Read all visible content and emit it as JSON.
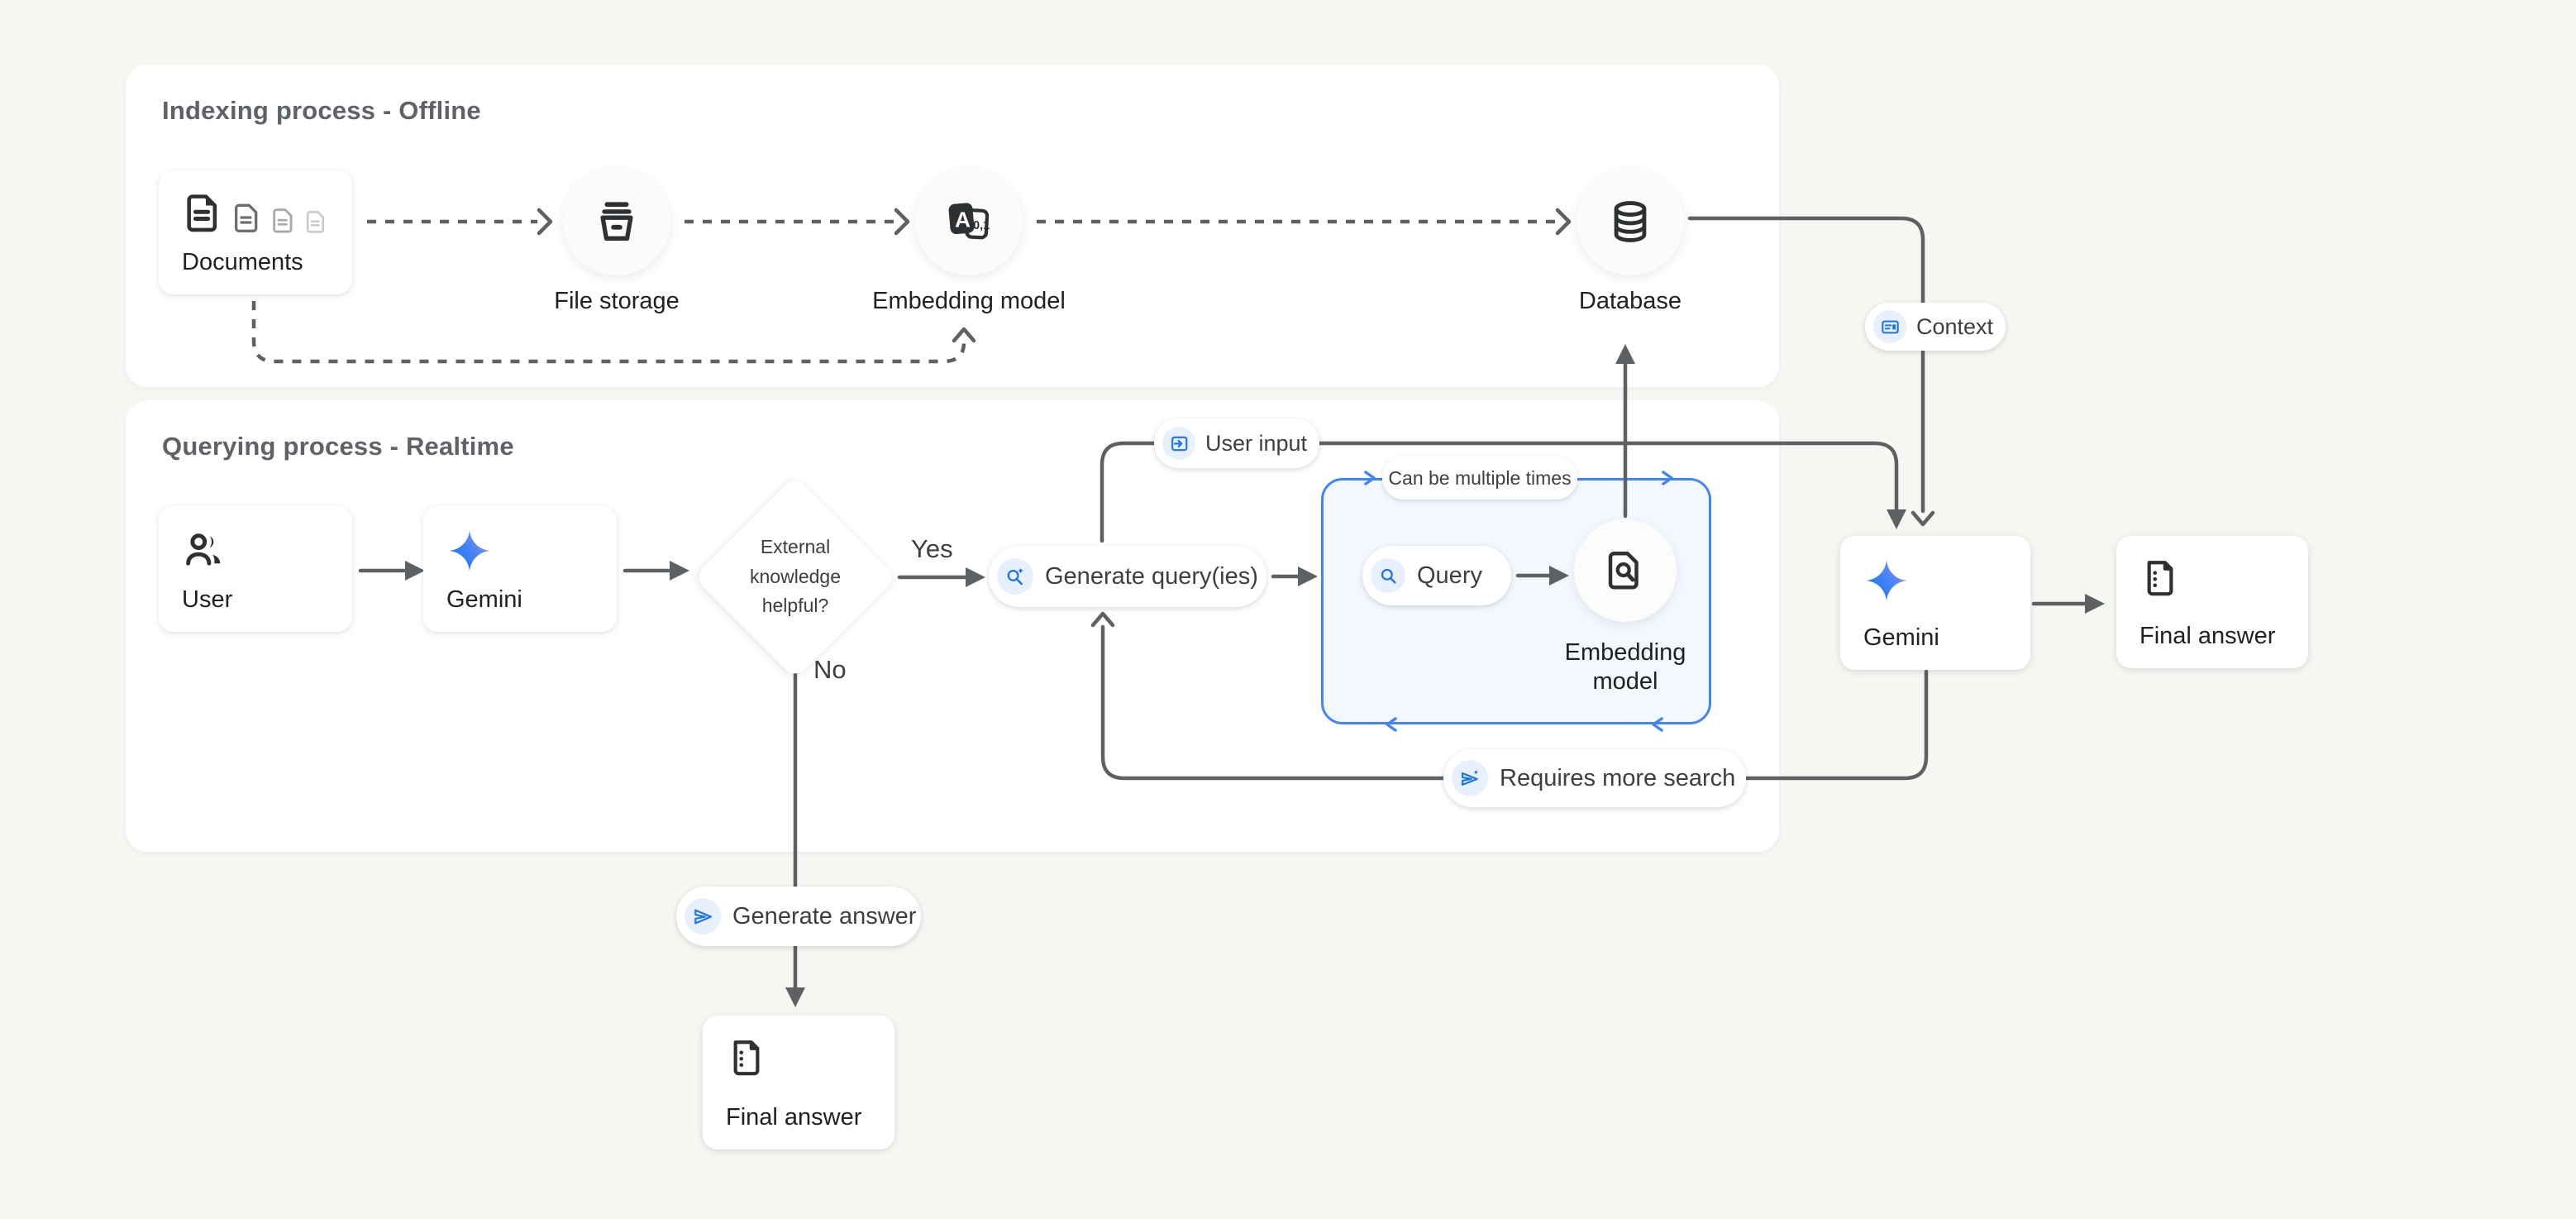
{
  "colors": {
    "background": "#F7F6F3",
    "panel": "#FFFFFF",
    "accent_blue": "#1A73E8",
    "loop_blue": "#4285F4",
    "line_gray": "#5E6164",
    "text_dark": "#202124",
    "text_gray": "#5F6368"
  },
  "panels": {
    "indexing": {
      "title": "Indexing process - Offline"
    },
    "querying": {
      "title": "Querying process - Realtime"
    }
  },
  "indexing": {
    "documents": "Documents",
    "file_storage": "File storage",
    "embedding_model": "Embedding model",
    "database": "Database"
  },
  "querying": {
    "user": "User",
    "gemini": "Gemini",
    "decision": "External knowledge helpful?",
    "yes": "Yes",
    "no": "No",
    "generate_queries": "Generate query(ies)",
    "user_input": "User input",
    "context": "Context",
    "loop_note": "Can be multiple times",
    "query": "Query",
    "embedding_model": "Embedding model",
    "gemini_final": "Gemini",
    "final_answer": "Final answer",
    "requires_more_search": "Requires more search",
    "generate_answer": "Generate answer",
    "final_answer_no_path": "Final answer"
  },
  "icons": {
    "embedding_letter": "A",
    "embedding_bits": "0,1"
  }
}
